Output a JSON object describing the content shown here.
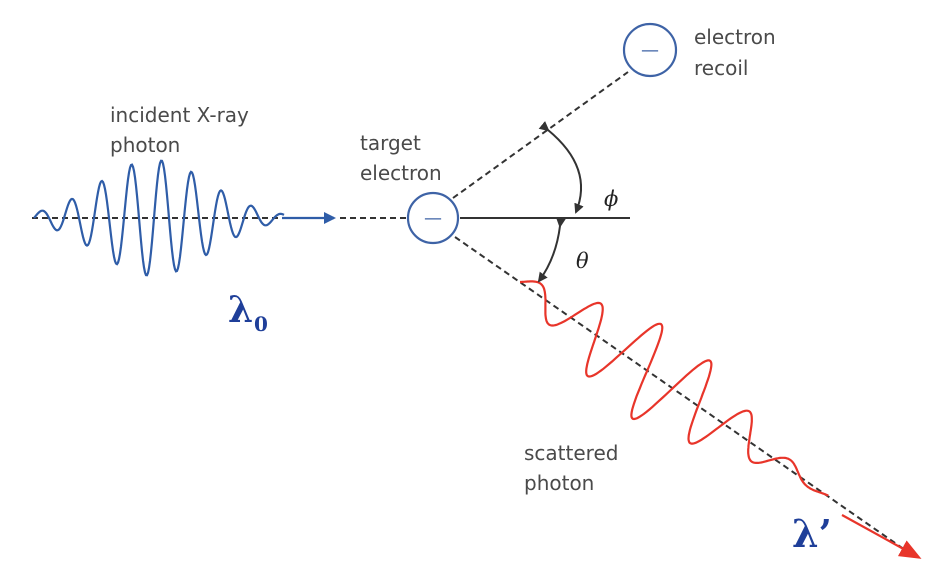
{
  "labels": {
    "incident_line1": "incident X-ray",
    "incident_line2": "photon",
    "target_line1": "target",
    "target_line2": "electron",
    "recoil_line1": "electron",
    "recoil_line2": "recoil",
    "scattered_line1": "scattered",
    "scattered_line2": "photon",
    "phi": "ϕ",
    "theta": "θ",
    "lambda0_symbol": "λ",
    "lambda0_subscript": "0",
    "lambda_prime": "λ’",
    "electron_charge": "—"
  },
  "colors": {
    "incident_wave": "#2f5da8",
    "scattered_wave": "#e8352a",
    "electron": "#3e63a6",
    "lambda_text": "#1f3f99",
    "dashed_line": "#333333",
    "angle_arc": "#333333"
  }
}
